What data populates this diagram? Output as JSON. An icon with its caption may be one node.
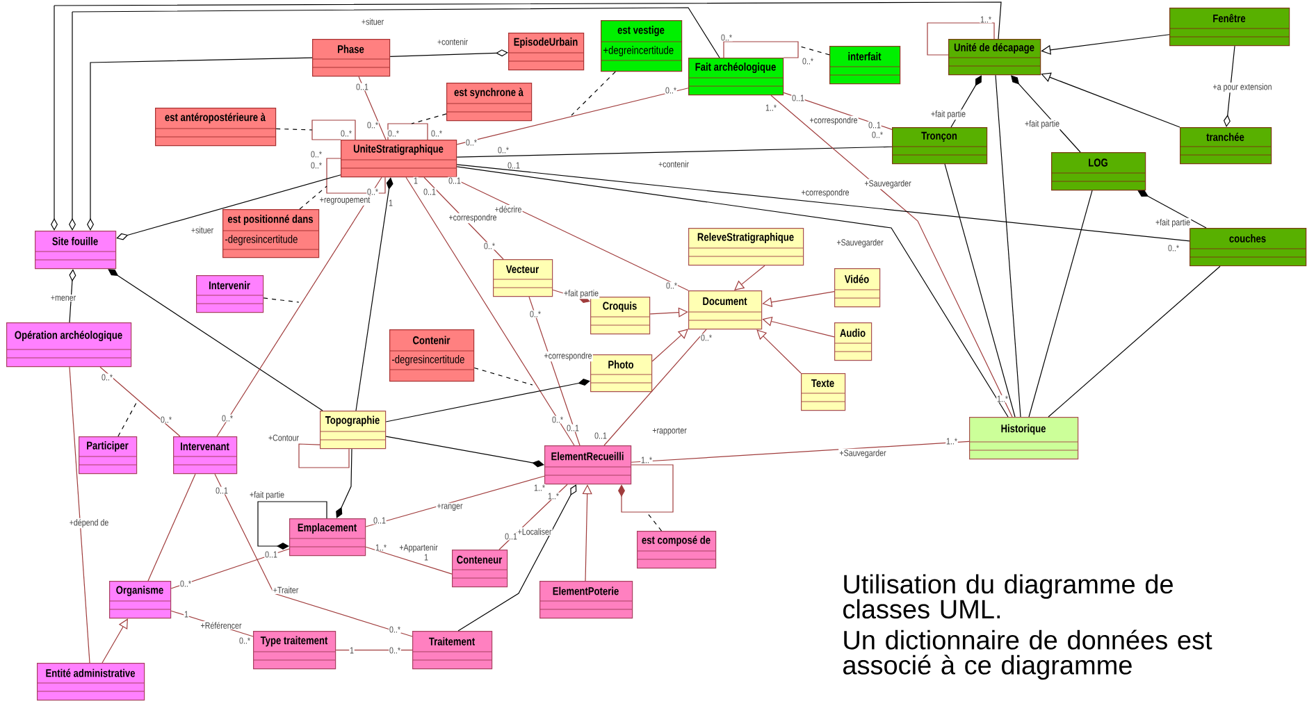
{
  "diagram": {
    "nodes": [
      {
        "text": [
          "Phase"
        ]
      },
      {
        "text": [
          "EpisodeUrbain"
        ]
      },
      {
        "text": [
          "est vestige",
          "+degreincertitude"
        ]
      },
      {
        "text": [
          "Fait archéologique"
        ]
      },
      {
        "text": [
          "interfait"
        ]
      },
      {
        "text": [
          "Unité de décapage"
        ]
      },
      {
        "text": [
          "Fenêtre"
        ]
      },
      {
        "text": [
          "est synchrone à"
        ]
      },
      {
        "text": [
          "est antéropostérieure à"
        ]
      },
      {
        "text": [
          "UniteStratigraphique"
        ]
      },
      {
        "text": [
          "Tronçon"
        ]
      },
      {
        "text": [
          "LOG"
        ]
      },
      {
        "text": [
          "tranchée"
        ]
      },
      {
        "text": [
          "Site fouille"
        ]
      },
      {
        "text": [
          "est positionné dans",
          "-degresincertitude"
        ]
      },
      {
        "text": [
          "ReleveStratigraphique"
        ]
      },
      {
        "text": [
          "couches"
        ]
      },
      {
        "text": [
          "Intervenir"
        ]
      },
      {
        "text": [
          "Vecteur"
        ]
      },
      {
        "text": [
          "Vidéo"
        ]
      },
      {
        "text": [
          "Document"
        ]
      },
      {
        "text": [
          "Croquis"
        ]
      },
      {
        "text": [
          "Opération archéologique"
        ]
      },
      {
        "text": [
          "Contenir",
          "-degresincertitude"
        ]
      },
      {
        "text": [
          "Audio"
        ]
      },
      {
        "text": [
          "Photo"
        ]
      },
      {
        "text": [
          "Texte"
        ]
      },
      {
        "text": [
          "Participer"
        ]
      },
      {
        "text": [
          "Intervenant"
        ]
      },
      {
        "text": [
          "Topographie"
        ]
      },
      {
        "text": [
          "Historique"
        ]
      },
      {
        "text": [
          "ElementRecueilli"
        ]
      },
      {
        "text": [
          "Emplacement"
        ]
      },
      {
        "text": [
          "est composé de"
        ]
      },
      {
        "text": [
          "Conteneur"
        ]
      },
      {
        "text": [
          "Organisme"
        ]
      },
      {
        "text": [
          "ElementPoterie"
        ]
      },
      {
        "text": [
          "Type traitement"
        ]
      },
      {
        "text": [
          "Traitement"
        ]
      },
      {
        "text": [
          "Entité administrative"
        ]
      }
    ],
    "edges": [
      {
        "from": 0,
        "to": 13,
        "arrow": "other",
        "color": "#000000"
      },
      {
        "from": 3,
        "to": 13,
        "arrow": "other",
        "label": "+situer",
        "color": "#000000"
      },
      {
        "from": 5,
        "to": 13,
        "arrow": "other",
        "color": "#000000"
      },
      {
        "from": 0,
        "to": 1,
        "arrow": "other",
        "label": "+contenir",
        "color": "#000000"
      },
      {
        "from": 9,
        "to": 3,
        "arrow": "none"
      },
      {
        "from": 2,
        "to": null,
        "arrow": "none",
        "style": "dashed",
        "color": "#000000"
      },
      {
        "from": 9,
        "to": 9,
        "arrow": "none"
      },
      {
        "from": 8,
        "to": null,
        "arrow": "none",
        "style": "dashed",
        "color": "#000000"
      },
      {
        "from": 9,
        "to": 9,
        "arrow": "none"
      },
      {
        "from": 7,
        "to": null,
        "arrow": "none",
        "style": "dashed",
        "color": "#000000"
      },
      {
        "from": 9,
        "to": 9,
        "arrow": "none",
        "label": "+regroupement"
      },
      {
        "from": 14,
        "to": null,
        "arrow": "none",
        "style": "dashed",
        "color": "#000000"
      },
      {
        "from": 0,
        "to": 9,
        "arrow": "none"
      },
      {
        "from": 3,
        "to": 3,
        "arrow": "none"
      },
      {
        "from": 4,
        "to": null,
        "arrow": "none",
        "style": "dashed",
        "color": "#000000"
      },
      {
        "from": 9,
        "to": 10,
        "arrow": "none",
        "label": "+contenir",
        "color": "#000000"
      },
      {
        "from": 3,
        "to": 10,
        "arrow": "none",
        "label": "+correspondre"
      },
      {
        "from": 3,
        "to": 30,
        "arrow": "none",
        "label": "+Sauvegarder"
      },
      {
        "from": 9,
        "to": 30,
        "arrow": "none",
        "label": "+Sauvegarder",
        "color": "#000000"
      },
      {
        "from": 9,
        "to": 16,
        "arrow": "none",
        "label": "+correspondre",
        "color": "#000000"
      },
      {
        "from": 5,
        "to": 5,
        "arrow": "none"
      },
      {
        "from": 6,
        "to": 5,
        "arrow": "to",
        "color": "#000000"
      },
      {
        "from": 12,
        "to": 5,
        "arrow": "to",
        "color": "#000000"
      },
      {
        "from": 10,
        "to": 5,
        "arrow": "other",
        "label": "+fait partie",
        "color": "#000000"
      },
      {
        "from": 11,
        "to": 5,
        "arrow": "other",
        "label": "+fait partie",
        "color": "#000000"
      },
      {
        "from": 6,
        "to": 12,
        "arrow": "other",
        "label": "+a pour extension",
        "color": "#000000"
      },
      {
        "from": 16,
        "to": 11,
        "arrow": "other",
        "label": "+fait partie",
        "color": "#000000"
      },
      {
        "from": 10,
        "to": 30,
        "arrow": "none",
        "color": "#000000"
      },
      {
        "from": 5,
        "to": 30,
        "arrow": "none",
        "color": "#000000"
      },
      {
        "from": 11,
        "to": 30,
        "arrow": "none",
        "color": "#000000"
      },
      {
        "from": 16,
        "to": 30,
        "arrow": "none",
        "color": "#000000"
      },
      {
        "from": 31,
        "to": 30,
        "arrow": "none",
        "label": "+Sauvegarder"
      },
      {
        "from": 9,
        "to": 13,
        "arrow": "other",
        "label": "+situer",
        "color": "#000000"
      },
      {
        "from": 22,
        "to": 13,
        "arrow": "other",
        "label": "+mener",
        "color": "#000000"
      },
      {
        "from": 29,
        "to": 13,
        "arrow": "other",
        "color": "#000000"
      },
      {
        "from": 29,
        "to": 9,
        "arrow": "other",
        "color": "#000000"
      },
      {
        "from": 9,
        "to": 18,
        "arrow": "none",
        "label": "+correspondre"
      },
      {
        "from": 9,
        "to": 20,
        "arrow": "none",
        "label": "+décrire"
      },
      {
        "from": 9,
        "to": 31,
        "arrow": "none"
      },
      {
        "from": 18,
        "to": 31,
        "arrow": "none",
        "label": "+correspondre"
      },
      {
        "from": 20,
        "to": 31,
        "arrow": "none",
        "label": "+rapporter"
      },
      {
        "from": 18,
        "to": 21,
        "arrow": "other",
        "label": "+fait partie"
      },
      {
        "from": 15,
        "to": 20,
        "arrow": "to"
      },
      {
        "from": 21,
        "to": 20,
        "arrow": "to"
      },
      {
        "from": 25,
        "to": 20,
        "arrow": "to"
      },
      {
        "from": 19,
        "to": 20,
        "arrow": "to"
      },
      {
        "from": 24,
        "to": 20,
        "arrow": "to"
      },
      {
        "from": 26,
        "to": 20,
        "arrow": "to"
      },
      {
        "from": 29,
        "to": 25,
        "arrow": "other",
        "color": "#000000"
      },
      {
        "from": 23,
        "to": null,
        "arrow": "none",
        "style": "dashed",
        "color": "#000000"
      },
      {
        "from": 29,
        "to": 31,
        "arrow": "other",
        "color": "#000000"
      },
      {
        "from": 29,
        "to": 29,
        "arrow": "none",
        "label": "+Contour"
      },
      {
        "from": 29,
        "to": 32,
        "arrow": "other",
        "color": "#000000"
      },
      {
        "from": 32,
        "to": 32,
        "arrow": "other",
        "label": "+fait partie",
        "color": "#000000"
      },
      {
        "from": 28,
        "to": 9,
        "arrow": "none"
      },
      {
        "from": 17,
        "to": null,
        "arrow": "none",
        "style": "dashed",
        "color": "#000000"
      },
      {
        "from": 22,
        "to": 28,
        "arrow": "none"
      },
      {
        "from": 27,
        "to": null,
        "arrow": "none",
        "style": "dashed",
        "color": "#000000"
      },
      {
        "from": 22,
        "to": 39,
        "arrow": "none",
        "label": "+dépend de"
      },
      {
        "from": 28,
        "to": 35,
        "arrow": "none"
      },
      {
        "from": 28,
        "to": 38,
        "arrow": "none",
        "label": "+Traiter"
      },
      {
        "from": 35,
        "to": 32,
        "arrow": "none"
      },
      {
        "from": 39,
        "to": 35,
        "arrow": "to"
      },
      {
        "from": 35,
        "to": 37,
        "arrow": "none",
        "label": "+Référencer"
      },
      {
        "from": 37,
        "to": 38,
        "arrow": "none"
      },
      {
        "from": 32,
        "to": 31,
        "arrow": "none",
        "label": "+ranger"
      },
      {
        "from": 32,
        "to": 34,
        "arrow": "none",
        "label": "+Appartenir"
      },
      {
        "from": 34,
        "to": 31,
        "arrow": "none",
        "label": "+Localiser"
      },
      {
        "from": 38,
        "to": 31,
        "arrow": "other",
        "color": "#000000"
      },
      {
        "from": 36,
        "to": 31,
        "arrow": "to"
      },
      {
        "from": 31,
        "to": 31,
        "arrow": "other"
      },
      {
        "from": 33,
        "to": null,
        "arrow": "none",
        "style": "dashed",
        "color": "#000000"
      }
    ],
    "labels": [
      "1..*",
      "0..*",
      "0..*",
      "0..1",
      "0..*",
      "0..1",
      "1..*",
      "0..*",
      "0..1",
      "0..*",
      "0..*",
      "0..*",
      "0..*",
      "0..*",
      "0..*",
      "0..*",
      "0..*",
      "0..1",
      "1",
      "0..1",
      "0..*",
      "0..1",
      "1",
      "0..*",
      "0..*",
      "0..*",
      "0..*",
      "0..*",
      "0..*",
      "1..*",
      "0..*",
      "0..*",
      "0..*",
      "0..1",
      "0..1",
      "1..*",
      "1..*",
      "0..1",
      "1..*",
      "1..*",
      "0..1",
      "0..1",
      "0..1",
      "1..*",
      "1",
      "0..*",
      "1",
      "0..*",
      "0..*",
      "1",
      "0..*",
      "Utilisation du diagramme de classes UML.",
      "Un dictionnaire de données est associé à ce diagramme"
    ]
  }
}
